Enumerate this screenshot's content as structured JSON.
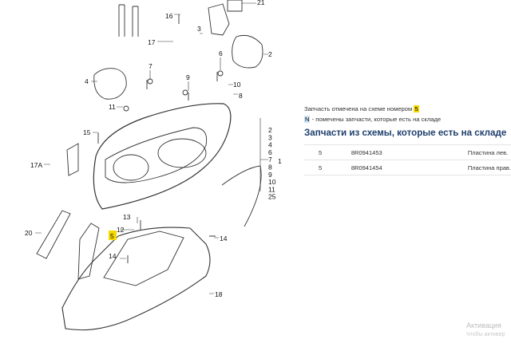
{
  "diagram": {
    "callouts": {
      "c21": "21",
      "c16": "16",
      "c17": "17",
      "c3": "3",
      "c2r": "2",
      "c4": "4",
      "c7": "7",
      "c9": "9",
      "c6": "6",
      "c10": "10",
      "c8": "8",
      "c11": "11",
      "c15": "15",
      "c17a": "17A",
      "c20": "20",
      "c13": "13",
      "c12": "12",
      "c5": "5",
      "c14a": "14",
      "c14b": "14",
      "c18": "18",
      "c1": "1",
      "stack": [
        "2",
        "3",
        "4",
        "6",
        "7",
        "8",
        "9",
        "10",
        "11",
        "25"
      ]
    },
    "highlight_color": "#f5d900"
  },
  "info": {
    "note1_prefix": "Запчасть отмечена на схеме номером",
    "note1_badge": "5",
    "note2_badge": "N",
    "note2_text": " - помечены запчасти, которые есть на складе"
  },
  "section_title": "Запчасти из схемы, которые есть на складе",
  "parts": [
    {
      "num": "5",
      "part": "8R0941453",
      "name": "Пластина лев."
    },
    {
      "num": "5",
      "part": "8R0941454",
      "name": "Пластина прав."
    }
  ],
  "watermark": {
    "line1": "Активация",
    "line2": "Чтобы активир"
  },
  "colors": {
    "title": "#1e3f6d",
    "badge_yellow": "#f5d900",
    "badge_blue": "#cfe3f3"
  }
}
